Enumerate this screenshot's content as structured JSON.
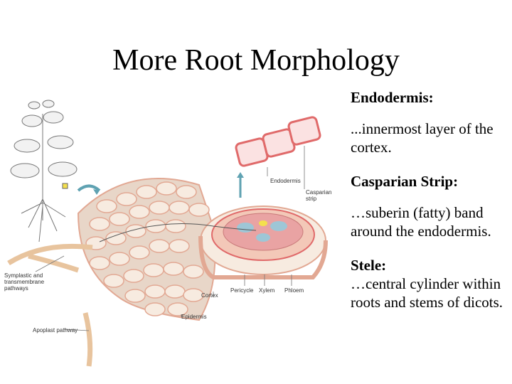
{
  "slide": {
    "title": "More Root Morphology",
    "sections": [
      {
        "heading": "Endodermis:",
        "body": "...innermost layer of the cortex."
      },
      {
        "heading": "Casparian Strip:",
        "body": "…suberin (fatty) band around the endodermis."
      },
      {
        "heading": "Stele:",
        "body": "…central cylinder within roots and stems of dicots."
      }
    ]
  },
  "diagram": {
    "labels": {
      "endodermis": "Endodermis",
      "casparian": "Casparian strip",
      "symplastic": "Symplastic and transmembrane pathways",
      "cortex": "Cortex",
      "pericycle": "Pericycle",
      "xylem": "Xylem",
      "phloem": "Phloem",
      "epidermis": "Epidermis",
      "apoplast": "Apoplast pathway"
    },
    "colors": {
      "cell_fill": "#f7ebe0",
      "cell_wall": "#e2a893",
      "endodermis_red": "#e06a6a",
      "xylem_blue": "#9ec6d6",
      "phloem_pink": "#e9a3a3",
      "arrow_teal": "#5fa2b2",
      "highlight_yellow": "#f4e04d"
    }
  }
}
